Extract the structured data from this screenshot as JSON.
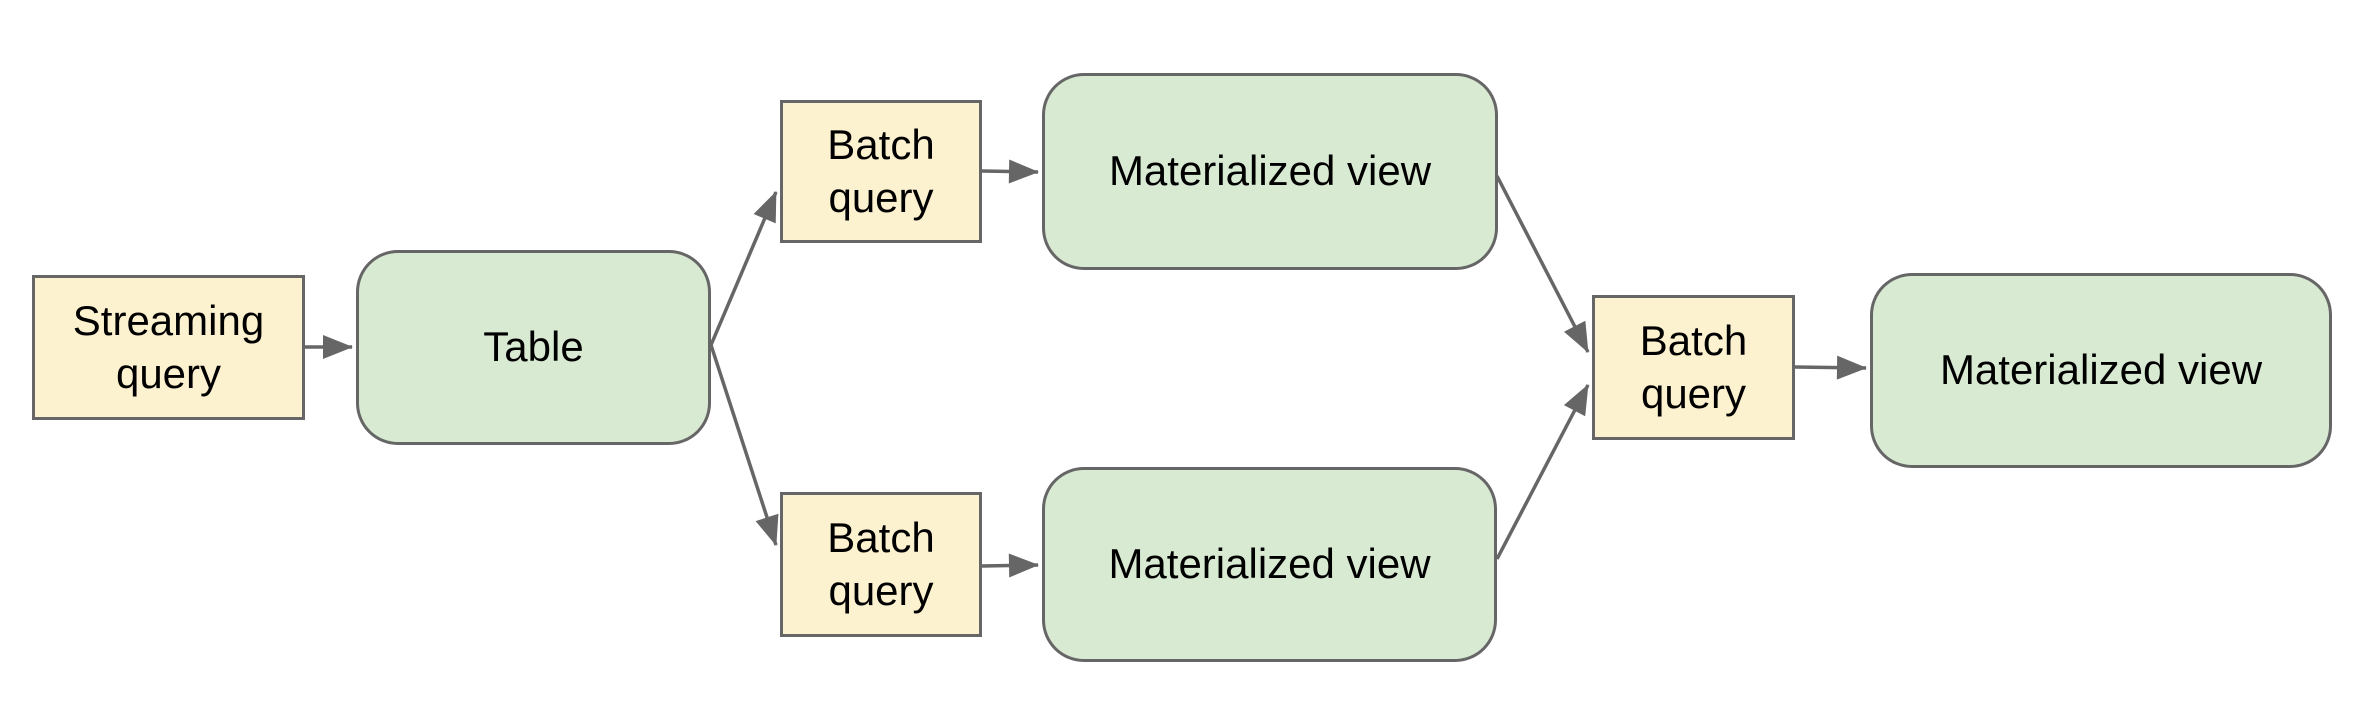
{
  "diagram": {
    "background": "#ffffff",
    "colors": {
      "query_fill": "#fdf2cf",
      "view_fill": "#d9ead3",
      "border": "#666666",
      "arrow": "#666666",
      "text": "#000000"
    },
    "nodes": {
      "streaming_query": {
        "label": "Streaming query",
        "type": "query"
      },
      "table": {
        "label": "Table",
        "type": "view"
      },
      "batch_query_top": {
        "label": "Batch query",
        "type": "query"
      },
      "materialized_view_top": {
        "label": "Materialized view",
        "type": "view"
      },
      "batch_query_bottom": {
        "label": "Batch query",
        "type": "query"
      },
      "materialized_view_bottom": {
        "label": "Materialized view",
        "type": "view"
      },
      "batch_query_right": {
        "label": "Batch query",
        "type": "query"
      },
      "materialized_view_final": {
        "label": "Materialized view",
        "type": "view"
      }
    },
    "edges": [
      {
        "from": "streaming_query",
        "to": "table"
      },
      {
        "from": "table",
        "to": "batch_query_top"
      },
      {
        "from": "batch_query_top",
        "to": "materialized_view_top"
      },
      {
        "from": "table",
        "to": "batch_query_bottom"
      },
      {
        "from": "batch_query_bottom",
        "to": "materialized_view_bottom"
      },
      {
        "from": "materialized_view_top",
        "to": "batch_query_right"
      },
      {
        "from": "materialized_view_bottom",
        "to": "batch_query_right"
      },
      {
        "from": "batch_query_right",
        "to": "materialized_view_final"
      }
    ]
  }
}
